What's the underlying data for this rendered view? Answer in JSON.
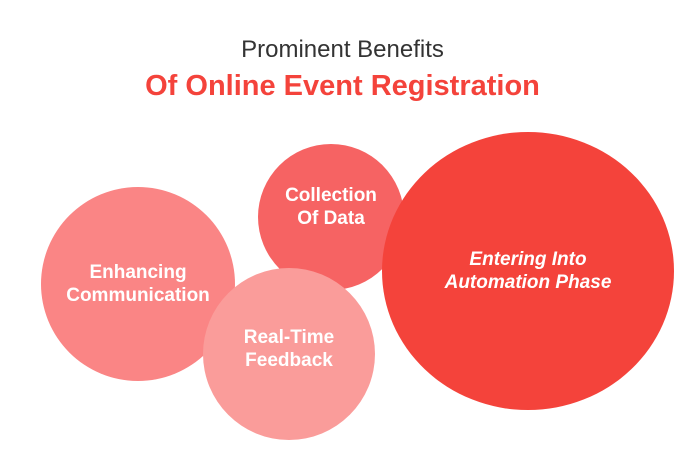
{
  "title": {
    "line1": "Prominent Benefits",
    "line2": "Of Online Event Registration"
  },
  "bubbles": [
    {
      "label": "Enhancing\nCommunication",
      "color": "#fa8585"
    },
    {
      "label": "Collection\nOf Data",
      "color": "#f66363"
    },
    {
      "label": "Real-Time\nFeedback",
      "color": "#fa9c9a"
    },
    {
      "label": "Entering Into\nAutomation Phase",
      "color": "#f4433b"
    }
  ]
}
